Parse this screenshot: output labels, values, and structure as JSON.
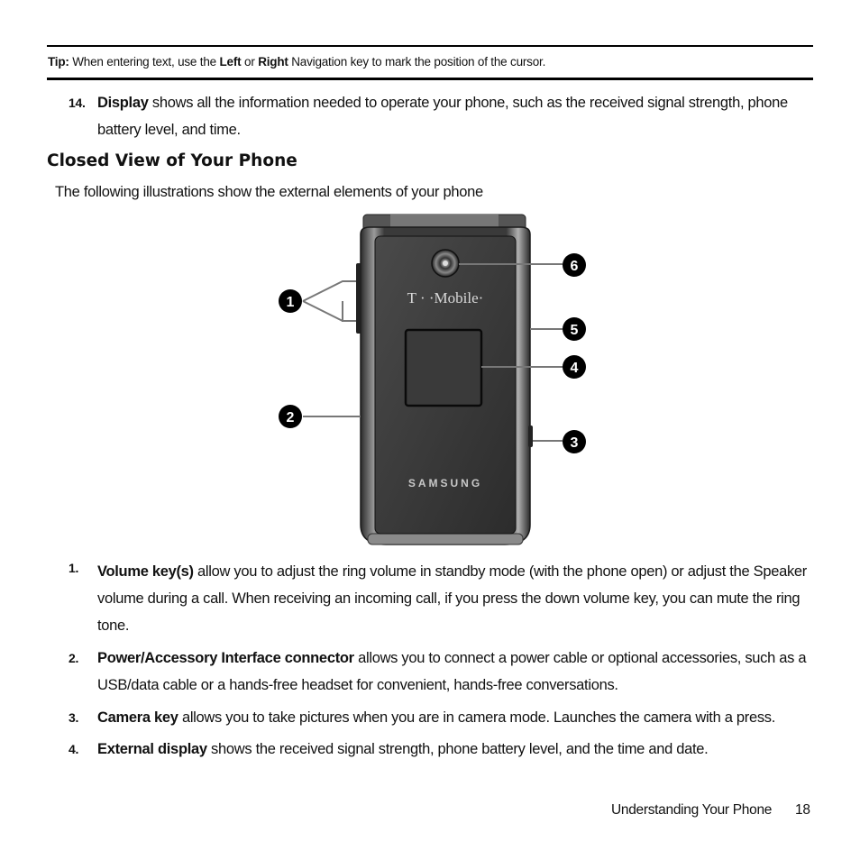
{
  "tip": {
    "label": "Tip:",
    "text1": " When entering text, use the ",
    "left": "Left",
    "or": " or ",
    "right": "Right",
    "text2": " Navigation key to mark the position of the cursor."
  },
  "item14": {
    "num": "14.",
    "term": "Display",
    "text": " shows all the information needed to operate your phone, such as the received signal strength, phone battery level, and time."
  },
  "section": {
    "heading": "Closed View of Your Phone",
    "intro": "The following illustrations show the external elements of your phone"
  },
  "figure": {
    "brand_top": "T · ·Mobile·",
    "brand_bottom": "SAMSUNG",
    "callouts": [
      "1",
      "2",
      "3",
      "4",
      "5",
      "6"
    ]
  },
  "list": [
    {
      "num": "1.",
      "term": "Volume key(s)",
      "text": " allow you to adjust the ring volume in standby mode (with the phone open) or adjust the Speaker volume during a call. When receiving an incoming call, if you press the down volume key, you can mute the ring tone."
    },
    {
      "num": "2.",
      "term": "Power/Accessory Interface connector",
      "text": " allows you to connect a power cable or optional accessories, such as a USB/data cable or a hands-free headset for convenient, hands-free conversations."
    },
    {
      "num": "3.",
      "term": "Camera key",
      "text": " allows you to take pictures when you are in camera mode. Launches the camera with a press."
    },
    {
      "num": "4.",
      "term": "External display",
      "text": " shows the received signal strength, phone battery level, and the time and date."
    }
  ],
  "footer": {
    "section": "Understanding Your Phone",
    "page": "18"
  }
}
